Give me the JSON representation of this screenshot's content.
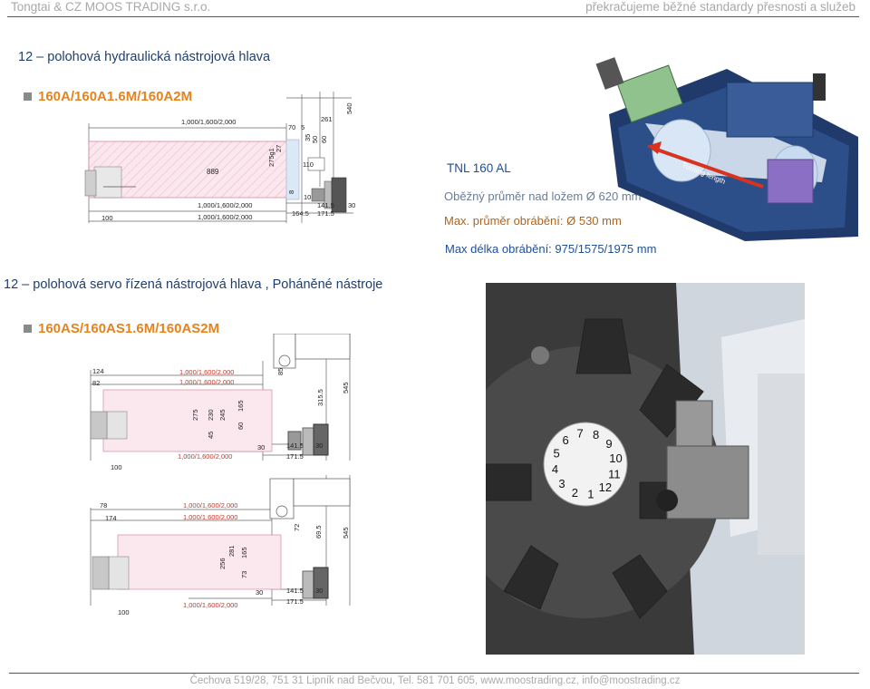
{
  "header": {
    "company": "Tongtai & CZ MOOS TRADING s.r.o.",
    "slogan": "překračujeme běžné standardy přesnosti a služeb"
  },
  "section1": {
    "title": "12 – polohová hydraulická nástrojová hlava",
    "drawing_label": "160A/160A1.6M/160A2M",
    "dims": {
      "length_top": "1,000/1,600/2,000",
      "len_lower1": "1,000/1,600/2,000",
      "len_lower2": "1,000/1,600/2,000",
      "d889": "889",
      "d100": "100",
      "d70": "70",
      "d5": "5",
      "d261": "261",
      "d540": "540",
      "d35": "35",
      "d60": "60",
      "d50": "50",
      "d2759": "275g1",
      "d27": "27",
      "d110": "110",
      "d10": "10",
      "d8": "8",
      "d1415": "141.5",
      "d1645": "164.5",
      "d1715": "171.5",
      "d30": "30"
    }
  },
  "specs": {
    "model": "TNL 160 AL",
    "swing": "Oběžný průměr nad ložem Ø 620 mm",
    "max_dia": "Max. průměr obrábění: Ø 530 mm",
    "max_len": "Max délka obrábění: 975/1575/1975 mm"
  },
  "section2": {
    "title": "12 – polohová servo řízená nástrojová hlava , Poháněné nástroje",
    "drawing_label": "160AS/160AS1.6M/160AS2M",
    "upper_dims": {
      "d124": "124",
      "d82": "82",
      "len1": "1,000/1,600/2,000",
      "len2": "1,000/1,600/2,000",
      "len3": "1,000/1,600/2,000",
      "d85": "85",
      "d3155": "315.5",
      "d545": "545",
      "d275": "275",
      "d230": "230",
      "d245": "245",
      "d60": "60",
      "d165": "165",
      "d45": "45",
      "d30a": "30",
      "d1415": "141.5",
      "d30b": "30",
      "d1715": "171.5",
      "d100": "100"
    },
    "lower_dims": {
      "d78": "78",
      "d174": "174",
      "len1": "1,000/1,600/2,000",
      "len2": "1,000/1,600/2,000",
      "len3": "1,000/1,600/2,000",
      "d72": "72",
      "d695": "69.5",
      "d545": "545",
      "d256": "256",
      "d281": "281",
      "d73": "73",
      "d165": "165",
      "d30a": "30",
      "d1415": "141.5",
      "d30b": "30",
      "d1715": "171.5",
      "d100": "100"
    },
    "turret_numbers": [
      "7",
      "8",
      "9",
      "10",
      "11",
      "12",
      "1",
      "2",
      "3",
      "4",
      "5",
      "6"
    ]
  },
  "machine_image": {
    "label": "Turning length"
  },
  "footer": {
    "text": "Čechova 519/28, 751 31 Lipník nad Bečvou, Tel. 581 701 605, www.moostrading.cz, info@moostrading.cz"
  }
}
